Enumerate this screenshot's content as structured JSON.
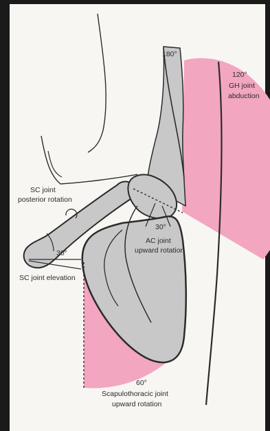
{
  "figure": {
    "labels": {
      "gh_angle": "180°",
      "gh_range": "120°",
      "gh_name_1": "GH joint",
      "gh_name_2": "abduction",
      "sc_rot_1": "SC joint",
      "sc_rot_2": "posterior rotation",
      "sc_elev_angle": "30°",
      "sc_elev_name": "SC joint elevation",
      "ac_angle": "30°",
      "ac_name_1": "AC joint",
      "ac_name_2": "upward rotation",
      "st_angle": "60°",
      "st_name_1": "Scapulothoracic joint",
      "st_name_2": "upward rotation"
    },
    "colors": {
      "bone": "#c8c8c8",
      "sector": "#f2a6bf",
      "line": "#2b2b2b",
      "paper": "#f8f6f3"
    }
  }
}
